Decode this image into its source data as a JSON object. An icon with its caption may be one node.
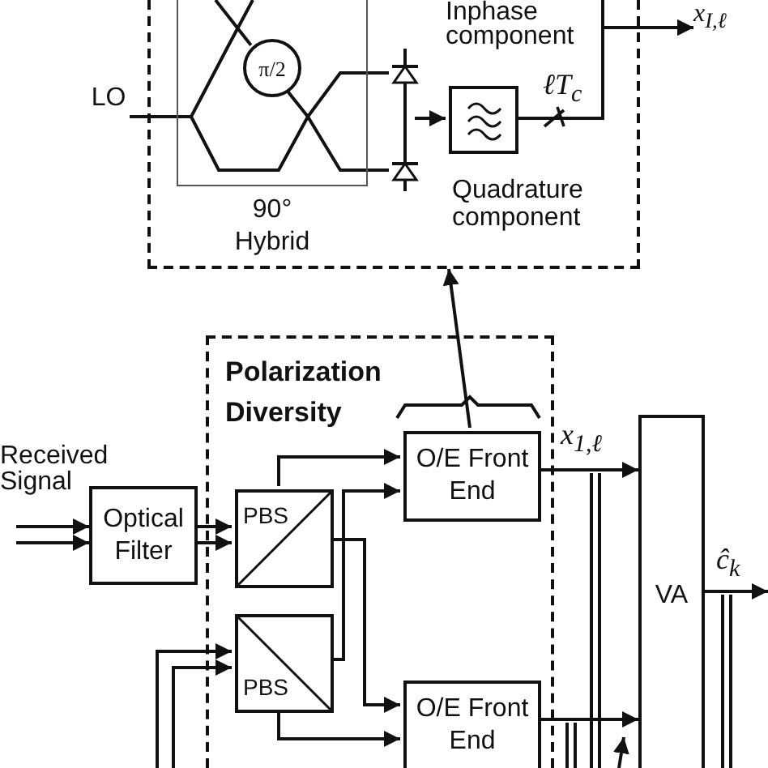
{
  "diagram": {
    "nodes": [
      {
        "text": [],
        "shape": "box"
      },
      {
        "text": [
          "90° Hybrid"
        ],
        "in": 0
      },
      {
        "text": [
          "π/2"
        ],
        "in": 1
      },
      {
        "text": [
          "LO"
        ]
      },
      {
        "text": [],
        "shape": "box",
        "in": 0,
        "beside": [
          "Quadrature component"
        ]
      },
      {
        "text": [
          "Polarization Diversity"
        ]
      },
      {
        "text": [
          "O/E Front End"
        ],
        "in": 5
      },
      {
        "text": [
          "O/E Front End"
        ],
        "in": 5
      },
      {
        "text": [
          "PBS"
        ],
        "in": 5
      },
      {
        "text": [
          "PBS"
        ],
        "in": 5
      },
      {
        "text": [
          "Optical Filter"
        ]
      },
      {
        "text": [
          "VA"
        ]
      },
      {
        "text": [
          "x$_{I,ℓ}$"
        ]
      },
      {
        "text": [],
        "shape": "diode",
        "in": 0
      }
    ],
    "edges": [
      {
        "from": 3,
        "to": 1,
        "arrow": "none"
      },
      {
        "from": 13,
        "to": 4,
        "arrow": "to"
      },
      {
        "from": 4,
        "to": 12,
        "arrow": "to"
      },
      {
        "from": null,
        "to": 10,
        "arrow": "to"
      },
      {
        "from": null,
        "to": 10,
        "arrow": "to"
      },
      {
        "from": 10,
        "to": 8,
        "arrow": "to"
      },
      {
        "from": 10,
        "to": 8,
        "arrow": "to"
      },
      {
        "from": 8,
        "to": 6,
        "arrow": "to"
      },
      {
        "from": 8,
        "to": 7,
        "arrow": "to"
      },
      {
        "from": 9,
        "to": 6,
        "arrow": "to"
      },
      {
        "from": 9,
        "to": 7,
        "arrow": "to"
      },
      {
        "from": 6,
        "to": 11,
        "arrow": "to"
      },
      {
        "from": 7,
        "to": 11,
        "arrow": "to"
      },
      {
        "from": 11,
        "to": null,
        "arrow": "to"
      },
      {
        "from": null,
        "to": 9,
        "arrow": "to"
      },
      {
        "from": null,
        "to": 9,
        "arrow": "to"
      },
      {
        "from": 6,
        "to": 0,
        "arrow": "to"
      },
      {
        "from": 2,
        "to": 13,
        "arrow": "none"
      },
      {
        "from": 1,
        "to": 13,
        "arrow": "none"
      },
      {
        "from": 0,
        "to": 12,
        "arrow": "to"
      },
      {
        "from": null,
        "to": 2,
        "arrow": "none"
      },
      {
        "from": 1,
        "to": null,
        "arrow": "none"
      }
    ],
    "labels": [
      "Inphase component",
      "ℓT$_{c}$",
      "Received Signal",
      "x$_{1,ℓ}$",
      "ĉ$_{k}$"
    ]
  }
}
